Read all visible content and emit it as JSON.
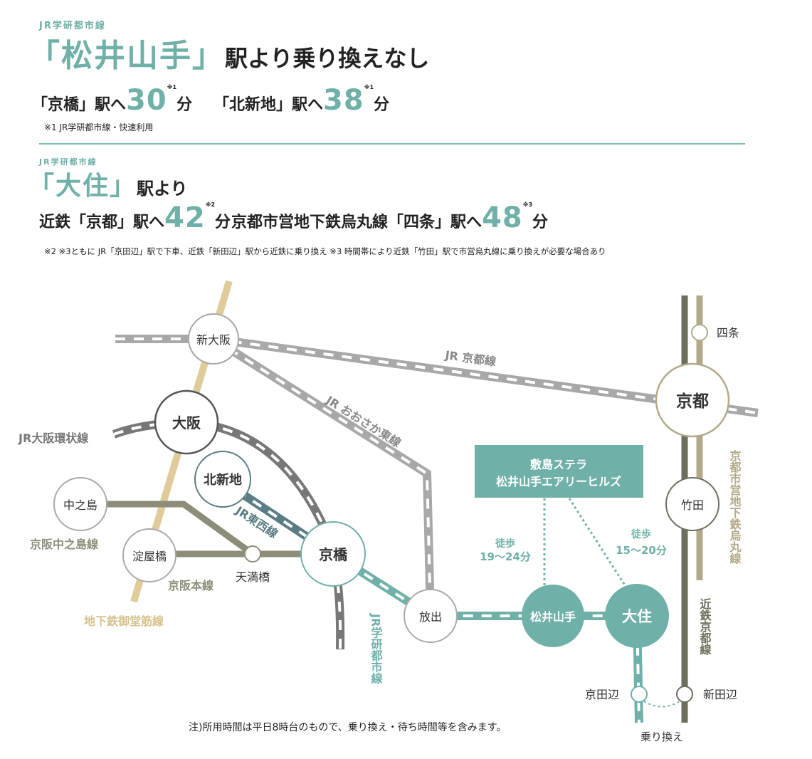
{
  "header": {
    "line_label_1": "JR学研都市線",
    "station_1": "「松井山手」",
    "rest_1": "駅より乗り換えなし",
    "route_1": {
      "label": "「京橋」駅へ",
      "minutes": "30",
      "unit": "分",
      "note": "※1"
    },
    "route_2": {
      "label": "「北新地」駅へ",
      "minutes": "38",
      "unit": "分",
      "note": "※1"
    },
    "footnote_1": "※1 JR学研都市線・快速利用",
    "line_label_2": "JR学研都市線",
    "station_2": "「大住」",
    "rest_2": "駅より",
    "route_3": {
      "label": "近鉄「京都」駅へ",
      "minutes": "42",
      "unit": "分",
      "note": "※2"
    },
    "route_4": {
      "label": "京都市営地下鉄烏丸線「四条」駅へ",
      "minutes": "48",
      "unit": "分",
      "note": "※3"
    },
    "footnote_2": "※2 ※3ともに JR「京田辺」駅で下車、近鉄「新田辺」駅から近鉄に乗り換え ※3 時間帯により近鉄「竹田」駅で市営烏丸線に乗り換えが必要な場合あり"
  },
  "map": {
    "stations": {
      "shin_osaka": "新大阪",
      "osaka": "大阪",
      "kitashinchi": "北新地",
      "nakanoshima": "中之島",
      "yodoyabashi": "淀屋橋",
      "tenmabashi": "天満橋",
      "kyobashi": "京橋",
      "hanaten": "放出",
      "matsuiyamate": "松井山手",
      "osumi": "大住",
      "kyotanabe": "京田辺",
      "shintanabe": "新田辺",
      "kyoto": "京都",
      "takeda": "竹田",
      "shijo": "四条"
    },
    "lines": {
      "jr_kyoto": "JR 京都線",
      "jr_osaka_higashi": "JR おおさか東線",
      "jr_loop": "JR大阪環状線",
      "keihan_nakanoshima": "京阪中之島線",
      "keihan_main": "京阪本線",
      "midosuji": "地下鉄御堂筋線",
      "jr_tozai": "JR東西線",
      "jr_gakken": "JR学研都市線",
      "karasuma": "京都市営地下鉄烏丸線",
      "kintetsu_kyoto": "近鉄京都線"
    },
    "property": {
      "line1": "敷島ステラ",
      "line2": "松井山手エアリーヒルズ"
    },
    "walk_1": {
      "label": "徒歩",
      "time": "19〜24分"
    },
    "walk_2": {
      "label": "徒歩",
      "time": "15〜20分"
    },
    "transfer": "乗り換え",
    "footer_note": "注)所用時間は平日8時台のもので、乗り換え・待ち時間等を含みます。"
  },
  "colors": {
    "teal": "#6fb0a8",
    "gray_line": "#a8a8a8",
    "dark_line": "#707070",
    "olive_line": "#8d8d7a",
    "midosuji": "#e0cc9a",
    "karasuma": "#b3aa8a",
    "kintetsu": "#6e6e5e",
    "tozai": "#5a7c84"
  }
}
